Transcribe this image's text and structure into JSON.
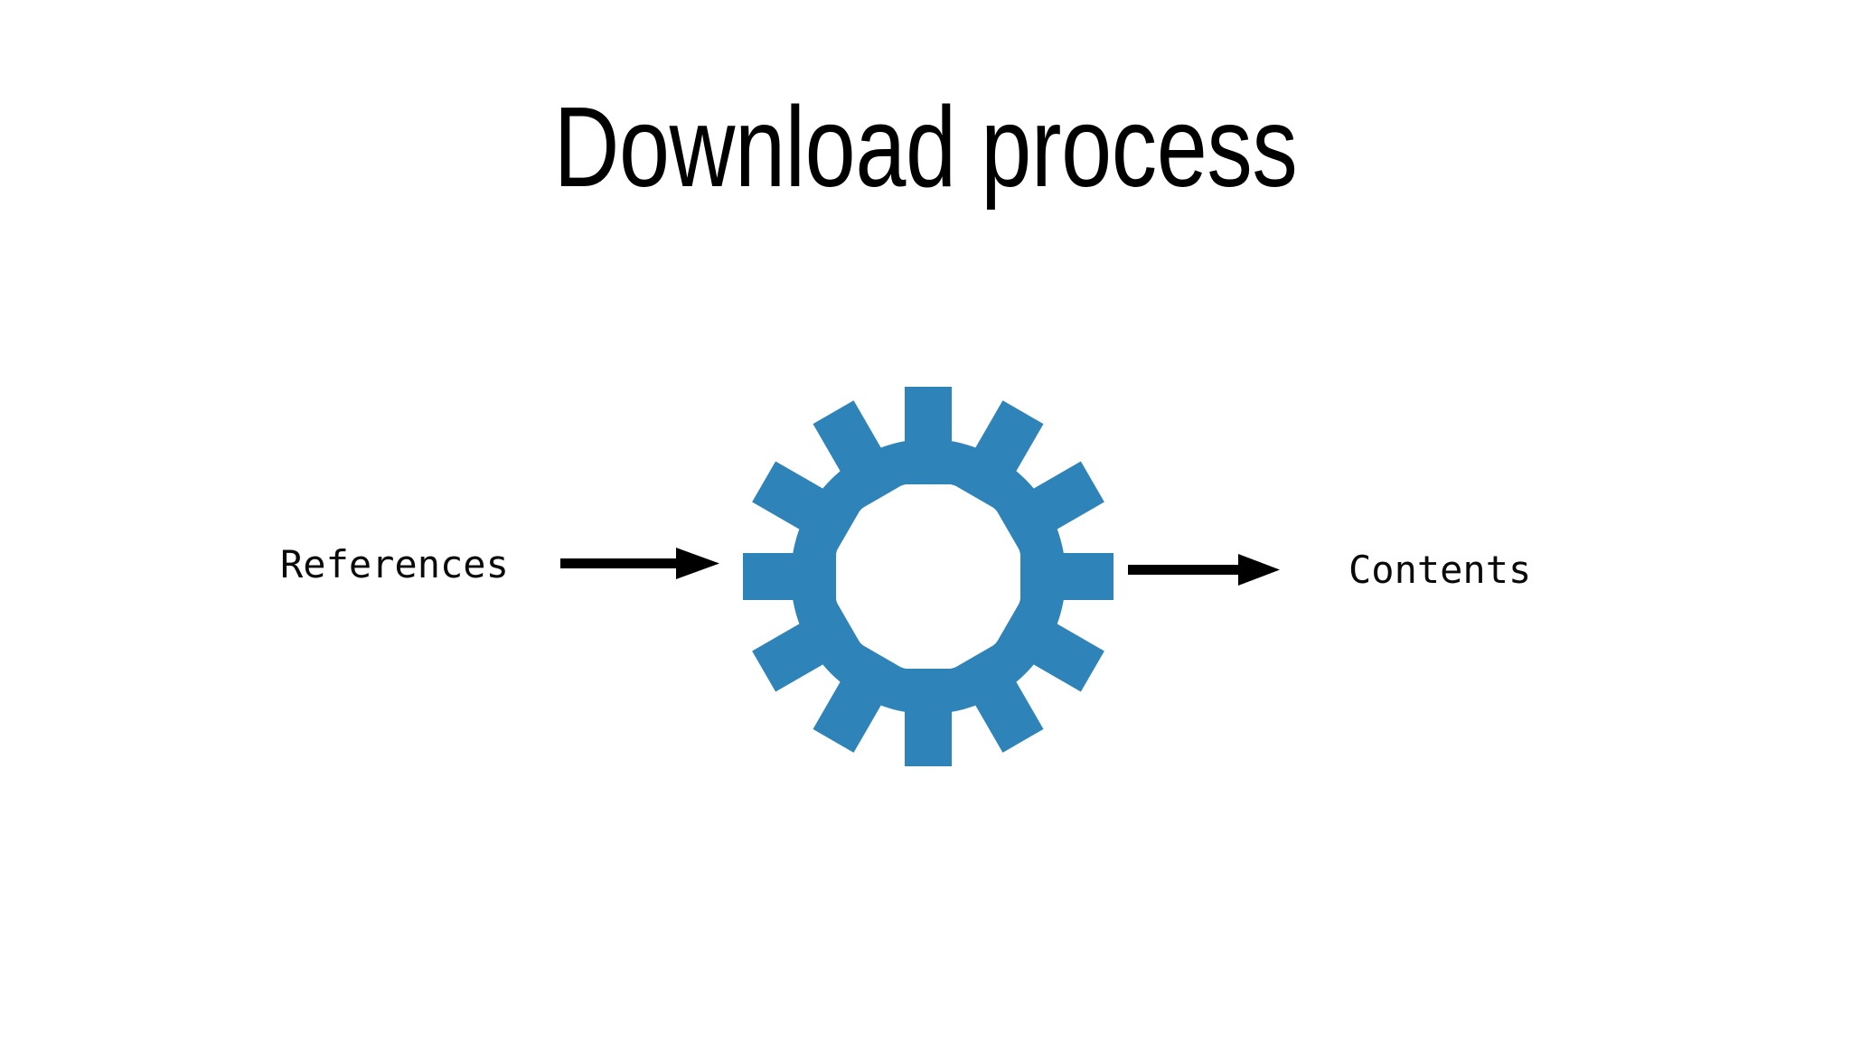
{
  "slide": {
    "title": "Download process",
    "background_color": "#ffffff",
    "title_color": "#000000"
  },
  "diagram": {
    "type": "process-flow",
    "accent_color": "#2e83b9",
    "arrow_color": "#000000",
    "input": {
      "label": "References",
      "role": "input"
    },
    "processor": {
      "icon": "gear-icon",
      "teeth": 12,
      "color": "#2e83b9"
    },
    "output": {
      "label": "Contents",
      "role": "output"
    },
    "arrows": [
      {
        "name": "input-arrow",
        "direction": "right",
        "from": "References",
        "to": "gear"
      },
      {
        "name": "output-arrow",
        "direction": "right",
        "from": "gear",
        "to": "Contents"
      }
    ]
  }
}
